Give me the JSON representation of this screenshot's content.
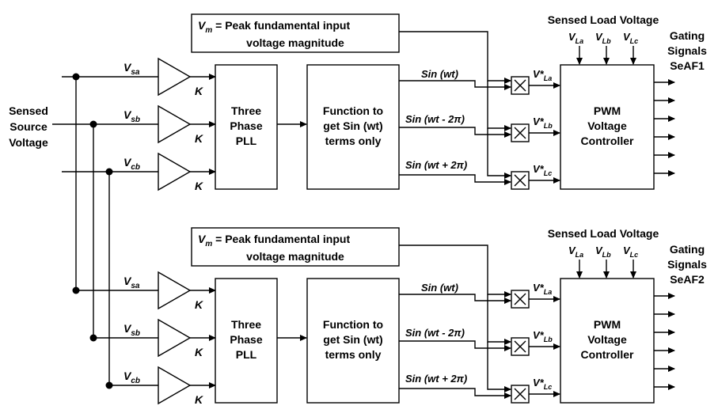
{
  "source": {
    "label_lines": [
      "Sensed",
      "Source",
      "Voltage"
    ],
    "phases": [
      {
        "main": "V",
        "sub": "sa"
      },
      {
        "main": "V",
        "sub": "sb"
      },
      {
        "main": "V",
        "sub": "cb"
      }
    ]
  },
  "gain_label": "K",
  "vm_note": {
    "symbol": "V",
    "sub": "m",
    "line1": " = Peak fundamental input",
    "line2": "voltage magnitude"
  },
  "pll": {
    "lines": [
      "Three",
      "Phase",
      "PLL"
    ]
  },
  "func": {
    "lines": [
      "Function to",
      "get Sin (wt)",
      "terms only"
    ]
  },
  "sin_terms": [
    "Sin (wt)",
    "Sin (wt - 2π)",
    "Sin (wt + 2π)"
  ],
  "refs": [
    {
      "main": "V*",
      "sub": "La"
    },
    {
      "main": "V*",
      "sub": "Lb"
    },
    {
      "main": "V*",
      "sub": "Lc"
    }
  ],
  "load": {
    "title": "Sensed Load Voltage",
    "phases": [
      {
        "main": "V",
        "sub": "La"
      },
      {
        "main": "V",
        "sub": "Lb"
      },
      {
        "main": "V",
        "sub": "Lc"
      }
    ]
  },
  "pwm": {
    "lines": [
      "PWM",
      "Voltage",
      "Controller"
    ]
  },
  "gating": {
    "lines": [
      "Gating",
      "Signals"
    ],
    "units": [
      "SeAF1",
      "SeAF2"
    ]
  }
}
